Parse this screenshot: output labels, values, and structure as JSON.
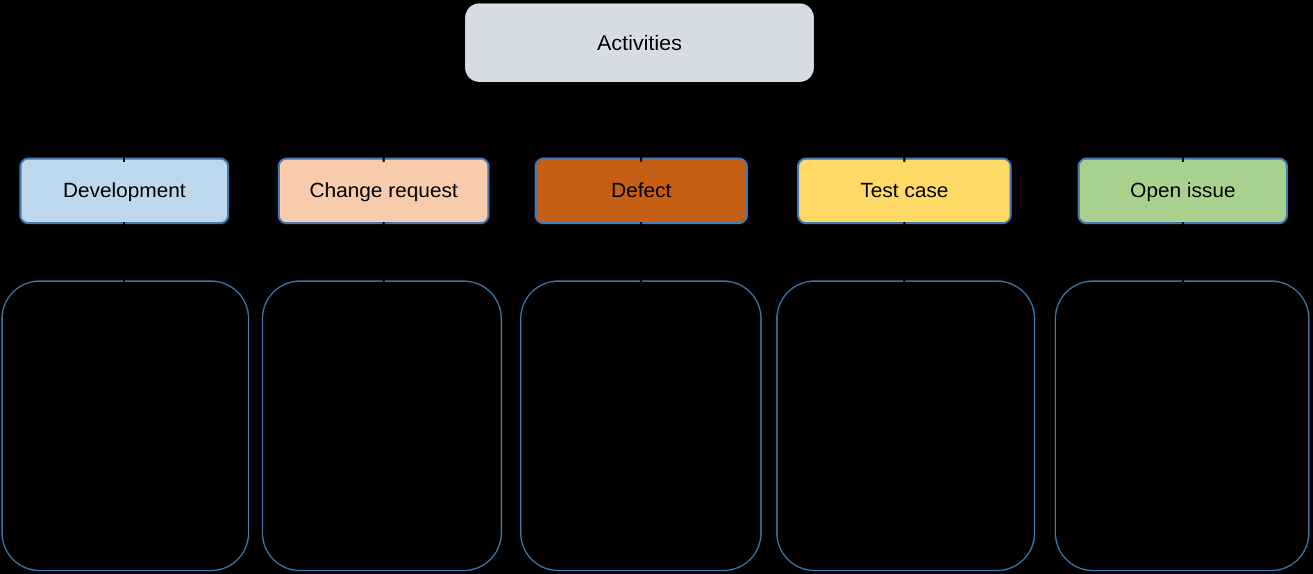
{
  "diagram": {
    "background_color": "#000000",
    "root": {
      "label": "Activities",
      "fill": "#D6DCE4"
    },
    "categories": [
      {
        "id": "development",
        "label": "Development",
        "fill": "#BDD7EE"
      },
      {
        "id": "change-request",
        "label": "Change request",
        "fill": "#F8CBAD"
      },
      {
        "id": "defect",
        "label": "Defect",
        "fill": "#C55F15"
      },
      {
        "id": "test-case",
        "label": "Test case",
        "fill": "#FFD966"
      },
      {
        "id": "open-issue",
        "label": "Open issue",
        "fill": "#A9D18E"
      }
    ],
    "node_border_color": "#4678AC",
    "bucket_border_color": "#3E74A6",
    "connector_color": "#000000",
    "bucket_count": 5
  }
}
